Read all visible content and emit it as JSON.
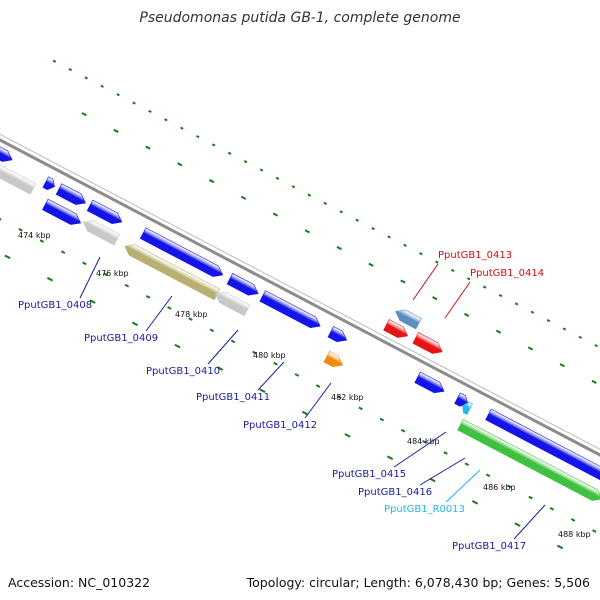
{
  "title": "Pseudomonas putida GB-1, complete genome",
  "footer": {
    "accession": "Accession: NC_010322",
    "info": "Topology: circular; Length: 6,078,430 bp; Genes: 5,506"
  },
  "colors": {
    "backbone": "#8c8c8c",
    "cds_blue": "#1414e6",
    "cds_red": "#e61414",
    "grey": "#c8c8c8",
    "olive": "#b8b070",
    "steelblue": "#5a8fc0",
    "orange": "#f08a10",
    "green": "#40c040",
    "cyan": "#20b8f0",
    "dotted_ring": "#1a7a1a",
    "label_blue": "#1a1aa0",
    "label_red": "#d01010",
    "label_cyan": "#20b8e8"
  },
  "ticks": [
    "474 kbp",
    "476 kbp",
    "478 kbp",
    "480 kbp",
    "482 kbp",
    "484 kbp",
    "486 kbp",
    "488 kbp"
  ],
  "labels": [
    {
      "text": "PputGB1_0408",
      "color": "label_blue"
    },
    {
      "text": "PputGB1_0409",
      "color": "label_blue"
    },
    {
      "text": "PputGB1_0410",
      "color": "label_blue"
    },
    {
      "text": "PputGB1_0411",
      "color": "label_blue"
    },
    {
      "text": "PputGB1_0412",
      "color": "label_blue"
    },
    {
      "text": "PputGB1_0413",
      "color": "label_red"
    },
    {
      "text": "PputGB1_0414",
      "color": "label_red"
    },
    {
      "text": "PputGB1_0415",
      "color": "label_blue"
    },
    {
      "text": "PputGB1_0416",
      "color": "label_blue"
    },
    {
      "text": "PputGB1_R0013",
      "color": "label_cyan"
    },
    {
      "text": "PputGB1_0417",
      "color": "label_blue"
    }
  ]
}
